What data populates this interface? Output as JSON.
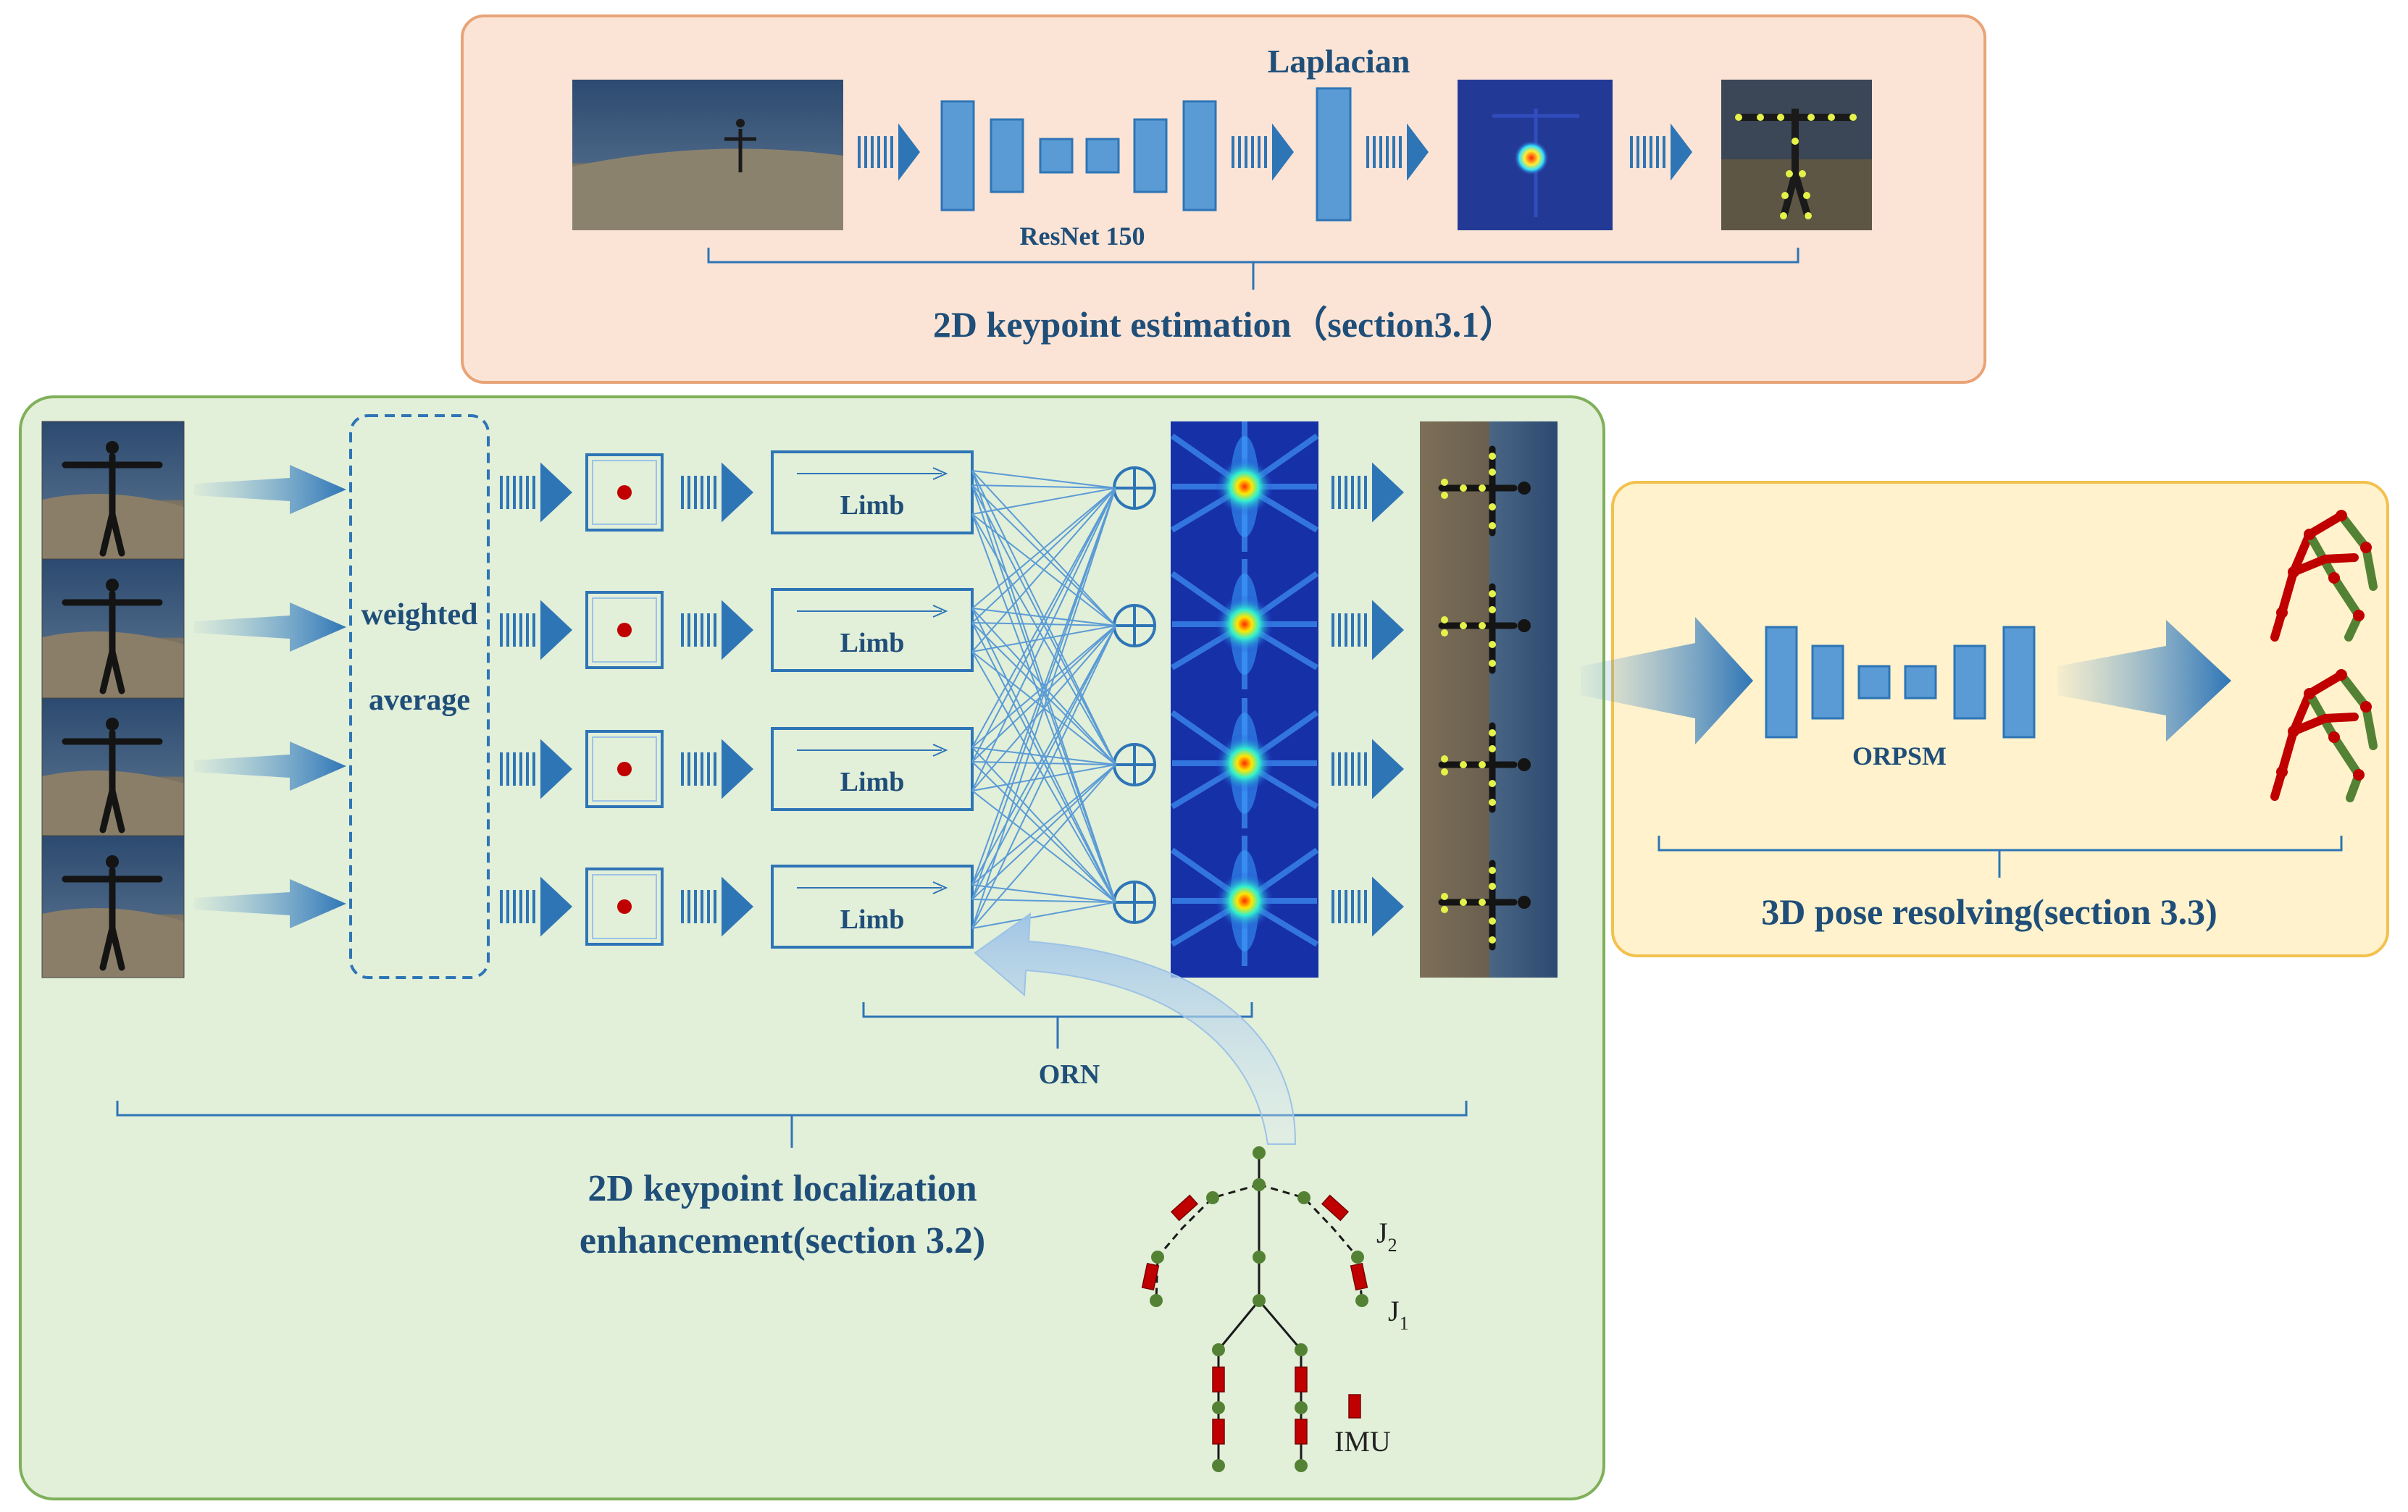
{
  "panels": {
    "top": {
      "caption": "2D keypoint estimation（section3.1）",
      "laplacian": "Laplacian",
      "resnet": "ResNet 150"
    },
    "left": {
      "caption_line1": "2D keypoint localization",
      "caption_line2": "enhancement(section 3.2)",
      "weighted_line1": "weighted",
      "weighted_line2": "average",
      "limb": "Limb",
      "orn": "ORN"
    },
    "right": {
      "caption": "3D pose resolving(section 3.3)",
      "orpsm": "ORPSM"
    },
    "skeleton": {
      "j2": "J",
      "j2_sub": "2",
      "j1": "J",
      "j1_sub": "1",
      "imu": "IMU"
    }
  },
  "colors": {
    "top_panel_fill": "#FBE4D6",
    "top_panel_stroke": "#E8A478",
    "left_panel_fill": "#E2EFD9",
    "left_panel_stroke": "#7FB05A",
    "right_panel_fill": "#FFF2CC",
    "right_panel_stroke": "#F2C14E",
    "block_blue": "#5B9BD5",
    "dark_blue": "#2E75B6",
    "label_navy": "#1F4E79",
    "joint_green": "#548235",
    "imu_red": "#C00000"
  }
}
